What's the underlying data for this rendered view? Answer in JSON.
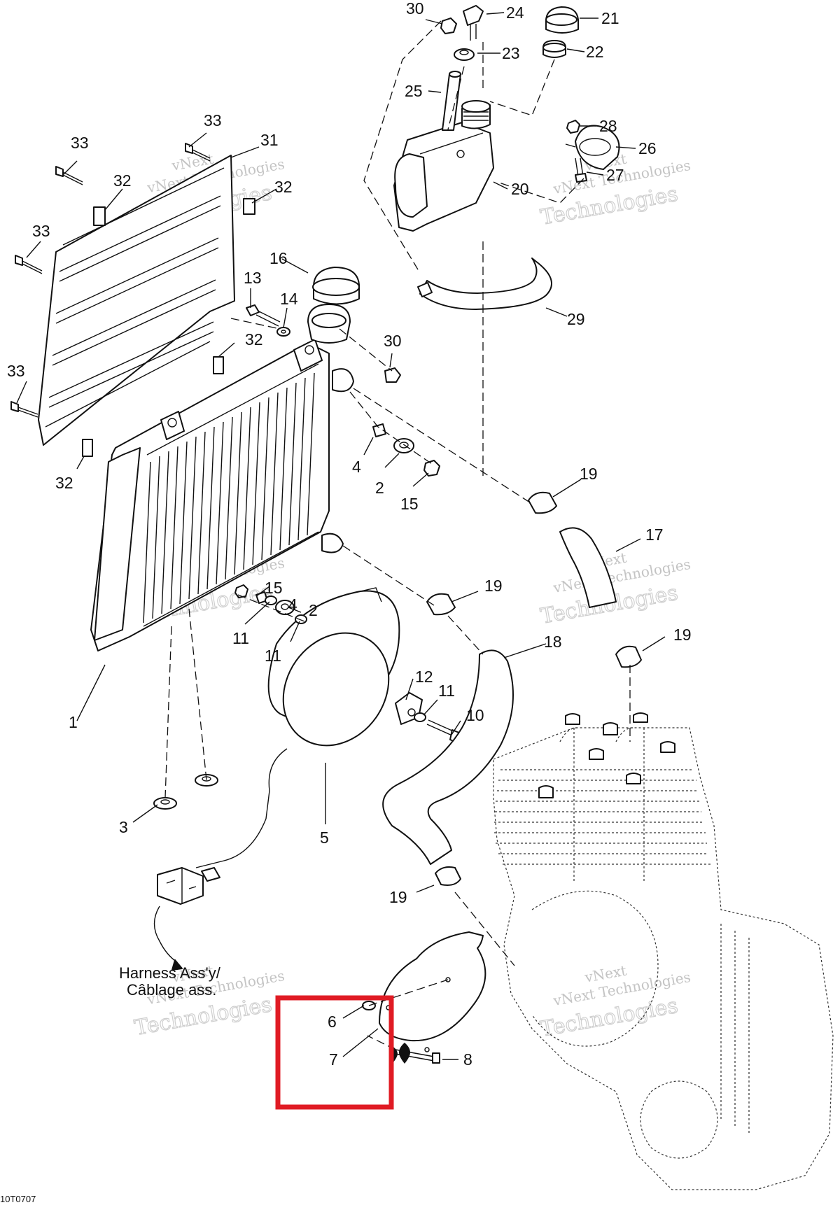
{
  "callouts": [
    "1",
    "2",
    "2",
    "3",
    "4",
    "4",
    "5",
    "6",
    "7",
    "8",
    "10",
    "11",
    "11",
    "11",
    "12",
    "13",
    "14",
    "15",
    "15",
    "16",
    "17",
    "18",
    "19",
    "19",
    "19",
    "19",
    "20",
    "21",
    "22",
    "23",
    "24",
    "25",
    "26",
    "27",
    "28",
    "29",
    "30",
    "30",
    "31",
    "32",
    "32",
    "32",
    "32",
    "33",
    "33",
    "33",
    "33"
  ],
  "harness_label": {
    "line1": "Harness Ass'y/",
    "line2": "Câblage ass."
  },
  "watermark": {
    "line1": "vNext",
    "line2": "vNext Technologies",
    "line3": "Technologies"
  },
  "drawing_code": "10T0707",
  "highlight_color": "#e01b24"
}
